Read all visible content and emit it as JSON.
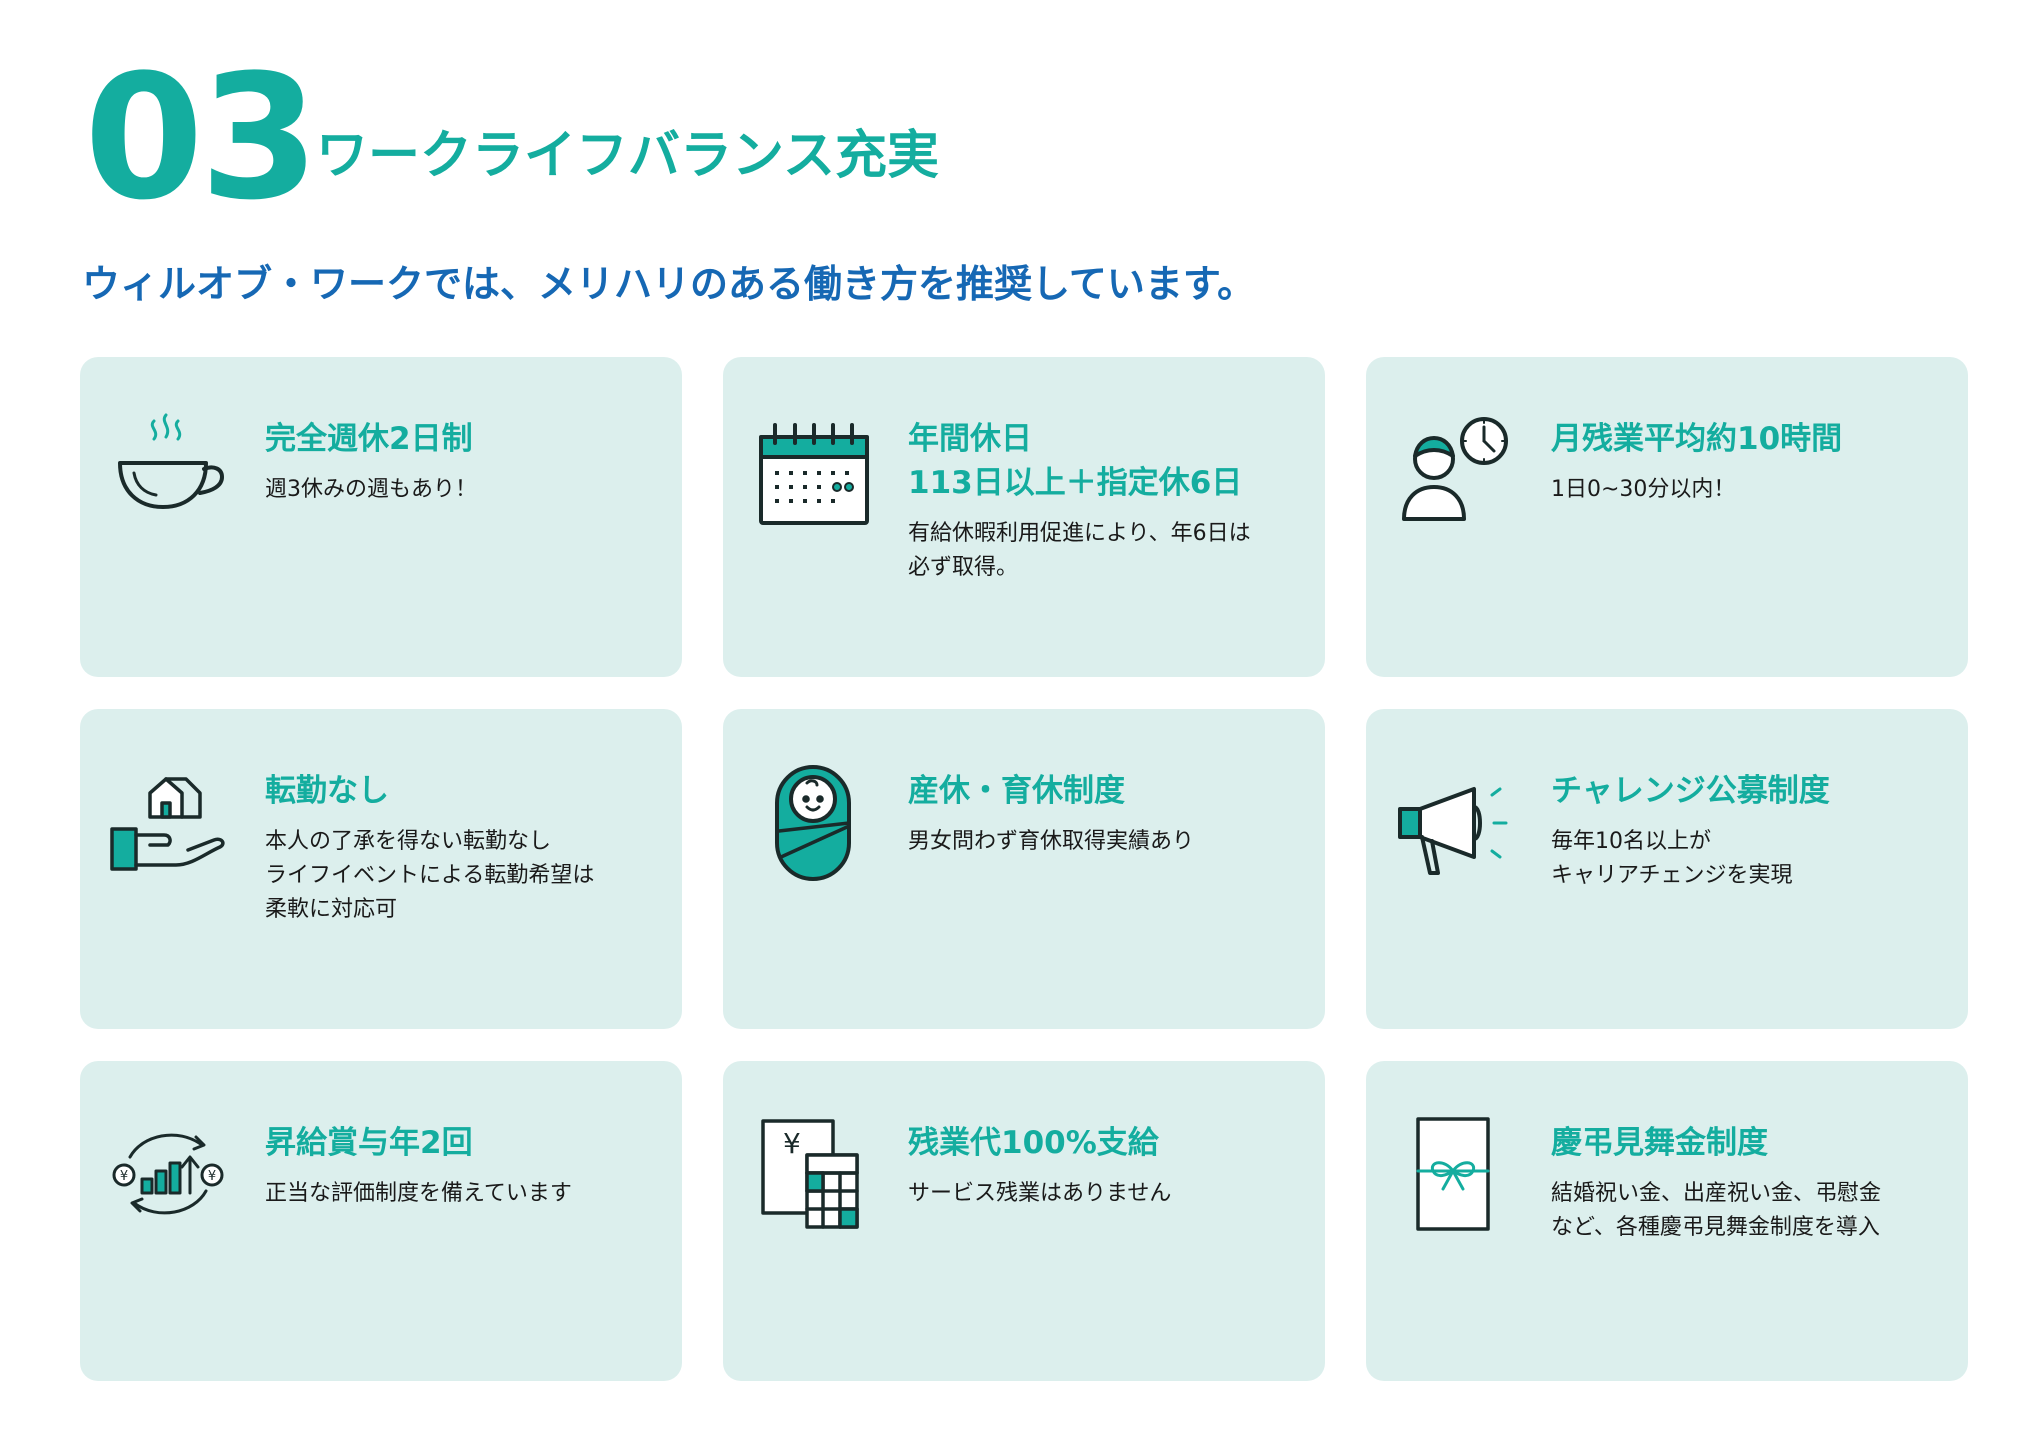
{
  "header": {
    "number": "03",
    "title": "ワークライフバランス充実"
  },
  "lead": "ウィルオブ・ワークでは、メリハリのある働き方を推奨しています。",
  "colors": {
    "accent": "#14ad9f",
    "lead": "#1668b4",
    "card_bg": "#dcefed",
    "ink": "#1a2a2a"
  },
  "cards": [
    {
      "icon": "coffee-cup-icon",
      "title_lines": [
        "完全週休2日制"
      ],
      "desc": "週3休みの週もあり！"
    },
    {
      "icon": "calendar-icon",
      "title_lines": [
        "年間休日",
        "113日以上＋指定休6日"
      ],
      "desc": "有給休暇利用促進により、年6日は\n必ず取得。"
    },
    {
      "icon": "person-clock-icon",
      "title_lines": [
        "月残業平均約10時間"
      ],
      "desc": "1日0~30分以内！"
    },
    {
      "icon": "house-hand-icon",
      "title_lines": [
        "転勤なし"
      ],
      "desc": "本人の了承を得ない転勤なし\n ライフイベントによる転勤希望は\n柔軟に対応可"
    },
    {
      "icon": "baby-icon",
      "title_lines": [
        "産休・育休制度"
      ],
      "desc": "男女問わず育休取得実績あり"
    },
    {
      "icon": "megaphone-icon",
      "title_lines": [
        "チャレンジ公募制度"
      ],
      "desc": "毎年10名以上が\nキャリアチェンジを実現"
    },
    {
      "icon": "salary-growth-icon",
      "title_lines": [
        "昇給賞与年2回"
      ],
      "desc": "正当な評価制度を備えています"
    },
    {
      "icon": "calculator-yen-icon",
      "title_lines": [
        "残業代100%支給"
      ],
      "desc": "サービス残業はありません"
    },
    {
      "icon": "gift-envelope-icon",
      "title_lines": [
        "慶弔見舞金制度"
      ],
      "desc": "結婚祝い金、出産祝い金、弔慰金\nなど、各種慶弔見舞金制度を導入"
    }
  ]
}
